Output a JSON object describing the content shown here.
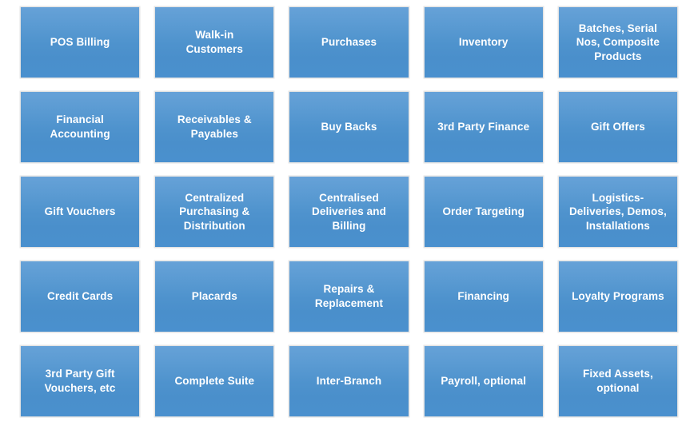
{
  "page": {
    "background_color": "#FFFFFF",
    "layout": {
      "columns": 5,
      "rows": 5
    }
  },
  "theme": {
    "tile_fill_top": "#5B9BD5",
    "tile_fill_bottom": "#4A90CE",
    "tile_border": "#E3E3E3",
    "tile_text_color": "#FFFFFF"
  },
  "tiles": [
    {
      "label": "POS Billing"
    },
    {
      "label": "Walk-in\nCustomers"
    },
    {
      "label": "Purchases"
    },
    {
      "label": "Inventory"
    },
    {
      "label": "Batches, Serial\nNos, Composite\nProducts"
    },
    {
      "label": "Financial\nAccounting"
    },
    {
      "label": "Receivables &\nPayables"
    },
    {
      "label": "Buy Backs"
    },
    {
      "label": "3rd Party Finance"
    },
    {
      "label": "Gift Offers"
    },
    {
      "label": "Gift Vouchers"
    },
    {
      "label": "Centralized\nPurchasing &\nDistribution"
    },
    {
      "label": "Centralised\nDeliveries and\nBilling"
    },
    {
      "label": "Order Targeting"
    },
    {
      "label": "Logistics-\nDeliveries, Demos,\nInstallations"
    },
    {
      "label": "Credit Cards"
    },
    {
      "label": "Placards"
    },
    {
      "label": "Repairs &\nReplacement"
    },
    {
      "label": "Financing"
    },
    {
      "label": "Loyalty Programs"
    },
    {
      "label": "3rd Party Gift\nVouchers, etc"
    },
    {
      "label": "Complete Suite"
    },
    {
      "label": "Inter-Branch"
    },
    {
      "label": "Payroll, optional"
    },
    {
      "label": "Fixed Assets,\noptional"
    }
  ]
}
